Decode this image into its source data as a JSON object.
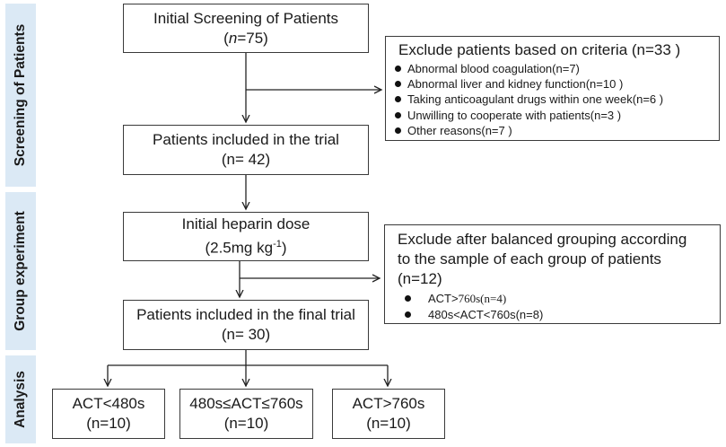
{
  "phases": {
    "screening": "Screening of Patients",
    "group": "Group experiment",
    "analysis": "Analysis"
  },
  "initial": {
    "title": "Initial Screening of Patients",
    "count_prefix": "(",
    "count_var": "n",
    "count_suffix": "=75)"
  },
  "exclude1": {
    "header": "Exclude patients based on criteria (n=33 )",
    "items": [
      "Abnormal blood coagulation(n=7)",
      "Abnormal liver and kidney function(n=10 )",
      "Taking anticoagulant drugs within one week(n=6 )",
      "Unwilling to cooperate with patients(n=3 )",
      "Other reasons(n=7 )"
    ]
  },
  "included": {
    "title": "Patients included in the trial",
    "count": "(n= 42)"
  },
  "heparin": {
    "title": "Initial heparin dose",
    "dose": "(2.5mg kg",
    "exp": "-1",
    "close": ")"
  },
  "exclude2": {
    "line1": "Exclude after balanced grouping according",
    "line2": "to the sample of each group of patients",
    "line3": "(n=12)",
    "item1_a": "ACT>",
    "item1_b": "760s(n=4)",
    "item2": "480s<ACT<760s(n=8)"
  },
  "final": {
    "title": "Patients included in the final trial",
    "count": "(n= 30)"
  },
  "groups": [
    {
      "label": "ACT<480s",
      "count": "(n=10)"
    },
    {
      "label": "480s≤ACT≤760s",
      "count": "(n=10)"
    },
    {
      "label": "ACT>760s",
      "count": "(n=10)"
    }
  ]
}
